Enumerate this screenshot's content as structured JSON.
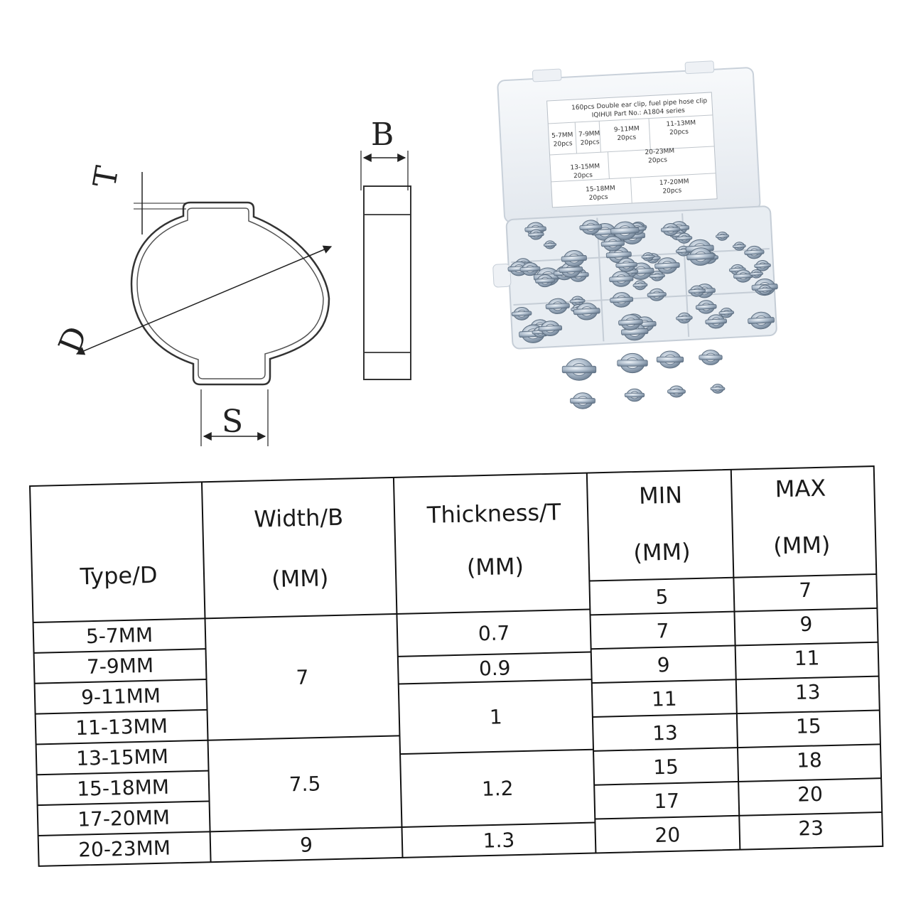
{
  "diagram": {
    "labels": {
      "thickness": "T",
      "width": "B",
      "diameter": "D",
      "span": "S"
    }
  },
  "kit_box": {
    "label_title": "160pcs Double ear clip, fuel pipe hose clip",
    "label_subtitle": "IQIHUI Part No.: A1804 series",
    "compartments": [
      {
        "size": "5-7MM",
        "qty": "20pcs"
      },
      {
        "size": "7-9MM",
        "qty": "20pcs"
      },
      {
        "size": "9-11MM",
        "qty": "20pcs"
      },
      {
        "size": "11-13MM",
        "qty": "20pcs"
      },
      {
        "size": "20-23MM",
        "qty": "20pcs"
      },
      {
        "size": "13-15MM",
        "qty": "20pcs"
      },
      {
        "size": "15-18MM",
        "qty": "20pcs"
      },
      {
        "size": "17-20MM",
        "qty": "20pcs"
      }
    ]
  },
  "colors": {
    "metal": "#a9b8c8",
    "box": "#eef1f5",
    "line": "#111111"
  },
  "table": {
    "headers": {
      "type": "Type/D",
      "width_1": "Width/B",
      "width_2": "(MM)",
      "thick_1": "Thickness/T",
      "thick_2": "(MM)",
      "min_1": "MIN",
      "min_2": "(MM)",
      "max_1": "MAX",
      "max_2": "(MM)"
    },
    "types": [
      "5-7MM",
      "7-9MM",
      "9-11MM",
      "11-13MM",
      "13-15MM",
      "15-18MM",
      "17-20MM",
      "20-23MM"
    ],
    "widths": [
      "7",
      "7.5",
      "9"
    ],
    "thicknesses": [
      "0.7",
      "0.9",
      "1",
      "1.2",
      "1.3"
    ],
    "min": [
      "5",
      "7",
      "9",
      "11",
      "13",
      "15",
      "17",
      "20"
    ],
    "max": [
      "7",
      "9",
      "11",
      "13",
      "15",
      "18",
      "20",
      "23"
    ]
  }
}
